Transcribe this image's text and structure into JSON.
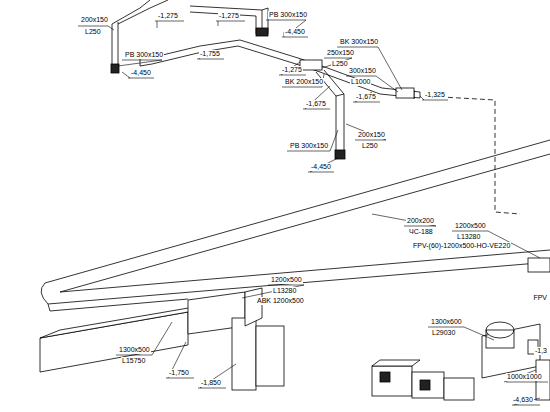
{
  "diagram": {
    "labels": [
      "200x150",
      "L250",
      "-1,275",
      "-1,275",
      "PB 300x150",
      "-4,450",
      "PB 300x150",
      "-4,450",
      "-1,755",
      "BK 300x150",
      "250x150",
      "L250",
      "300x150",
      "L1000",
      "-1,275",
      "BK 200x150",
      "-1,675",
      "-1,675",
      "-1,325",
      "PB 300x150",
      "200x150",
      "L250",
      "-4,450",
      "200x200",
      "ЧС-188",
      "1200x500",
      "L13280",
      "FPV-(60)-1200x500-HO-VE220",
      "1200x500",
      "L13280",
      "ABK 1200x500",
      "1300x500",
      "L15750",
      "-1,750",
      "-1,850",
      "1300x600",
      "L29030",
      "FPV",
      "-1,3",
      "1000x1000",
      "-4,630"
    ]
  }
}
